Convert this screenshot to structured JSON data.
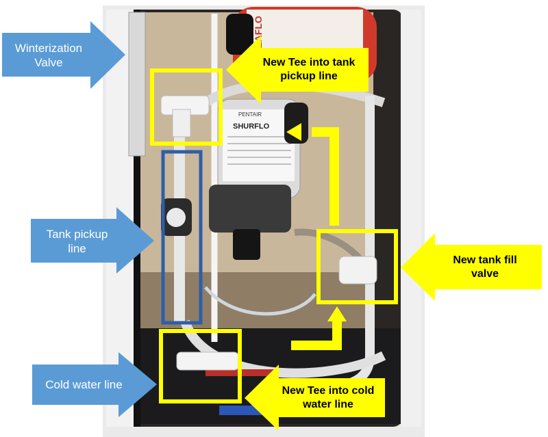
{
  "callouts": {
    "winterization_valve": {
      "line1": "Winterization",
      "line2": "Valve"
    },
    "tank_pickup_line": {
      "line1": "Tank pickup",
      "line2": "line"
    },
    "cold_water_line": {
      "line1": "Cold water line"
    },
    "tee_tank_pickup": {
      "line1": "New Tee into tank",
      "line2": "pickup line"
    },
    "tank_fill_valve": {
      "line1": "New tank fill",
      "line2": "valve"
    },
    "tee_cold_water": {
      "line1": "New Tee into cold",
      "line2": "water line"
    }
  },
  "pump": {
    "brand": "SHURFLO",
    "maker": "PENTAIR"
  },
  "accumulator": {
    "brand": "SEAFLO"
  },
  "colors": {
    "callout_blue": "#5b9bd5",
    "callout_yellow": "#ffff00",
    "highlight_box_yellow": "#ffff00",
    "highlight_box_blue": "#2e5ea8"
  }
}
